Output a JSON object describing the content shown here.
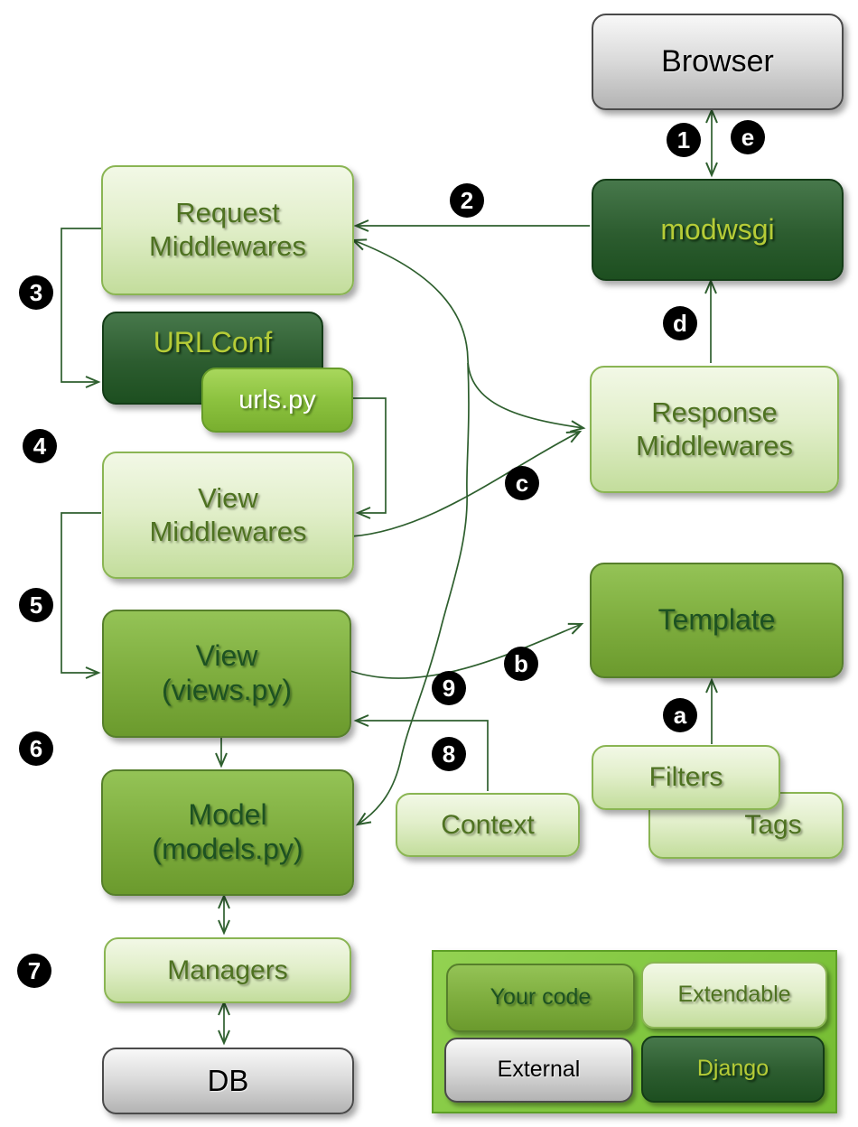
{
  "nodes": {
    "browser": {
      "label": "Browser"
    },
    "modwsgi": {
      "label": "modwsgi"
    },
    "request_mw": {
      "line1": "Request",
      "line2": "Middlewares"
    },
    "urlconf": {
      "label": "URLConf"
    },
    "urlspy": {
      "label": "urls.py"
    },
    "view_mw": {
      "line1": "View",
      "line2": "Middlewares"
    },
    "view": {
      "line1": "View",
      "line2": "(views.py)"
    },
    "model": {
      "line1": "Model",
      "line2": "(models.py)"
    },
    "managers": {
      "label": "Managers"
    },
    "db": {
      "label": "DB"
    },
    "response_mw": {
      "line1": "Response",
      "line2": "Middlewares"
    },
    "template": {
      "label": "Template"
    },
    "filters": {
      "label": "Filters"
    },
    "tags": {
      "label": "Tags"
    },
    "context": {
      "label": "Context"
    }
  },
  "step_markers": {
    "n1": "1",
    "n2": "2",
    "n3": "3",
    "n4": "4",
    "n5": "5",
    "n6": "6",
    "n7": "7",
    "n8": "8",
    "n9": "9",
    "la": "a",
    "lb": "b",
    "lc": "c",
    "ld": "d",
    "le": "e"
  },
  "legend": {
    "your_code": "Your code",
    "extendable": "Extendable",
    "external": "External",
    "django": "Django"
  },
  "colors": {
    "connector": "#2e5f2e",
    "light_box_top": "#f2f8e6",
    "light_box_bottom": "#c3dd9c",
    "light_box_border": "#8ab553",
    "light_box_text": "#4e7221",
    "medium_box_top": "#94c356",
    "medium_box_bottom": "#6b9a2d",
    "medium_box_border": "#567f2b",
    "medium_box_text": "#1d5222",
    "dark_box_top": "#47784b",
    "dark_box_bottom": "#1d4f20",
    "dark_box_border": "#143c17",
    "dark_box_text": "#b6cc37",
    "gray_box_top": "#f8f8f8",
    "gray_box_bottom": "#b3b3b3",
    "gray_box_border": "#4a4a4a",
    "gray_box_text": "#000000",
    "urlspy_box_top": "#a8d75c",
    "urlspy_box_bottom": "#79af2f",
    "urlspy_text": "#ffffff",
    "legend_background": "#80c63e",
    "legend_border": "#5d9f26",
    "marker_circle_background": "#000000",
    "marker_circle_text": "#ffffff"
  }
}
